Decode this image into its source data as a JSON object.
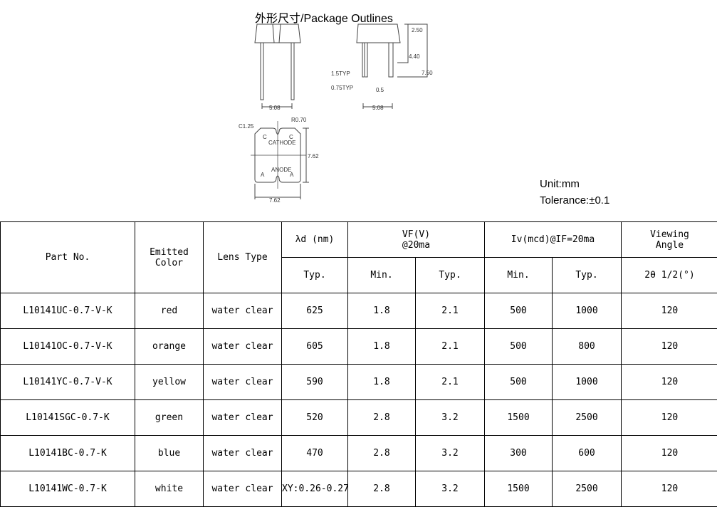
{
  "title": "外形尺寸/Package Outlines",
  "unit": "Unit:mm",
  "tolerance": "Tolerance:±0.1",
  "drawing": {
    "d250": "2.50",
    "d440": "4.40",
    "d750": "7.50",
    "d15": "1.5TYP",
    "d075": "0.75TYP",
    "d05": "0.5",
    "d508a": "5.08",
    "d508b": "5.08",
    "r070": "R0.70",
    "c125": "C1.25",
    "d762a": "7.62",
    "d762b": "7.62",
    "cathode": "CATHODE",
    "anode": "ANODE",
    "c": "C",
    "a": "A"
  },
  "table": {
    "headers": {
      "part": "Part No.",
      "color": "Emitted Color",
      "lens": "Lens Type",
      "lambda": "λd (nm)",
      "vf": "VF(V) @20ma",
      "iv": "Iv(mcd)@IF=20ma",
      "angle": "Viewing Angle",
      "typ1": "Typ.",
      "min1": "Min.",
      "typ2": "Typ.",
      "min2": "Min.",
      "typ3": "Typ.",
      "angle_sub": "2θ 1/2(°)"
    },
    "rows": [
      [
        "L10141UC-0.7-V-K",
        "red",
        "water clear",
        "625",
        "1.8",
        "2.1",
        "500",
        "1000",
        "120"
      ],
      [
        "L10141OC-0.7-V-K",
        "orange",
        "water clear",
        "605",
        "1.8",
        "2.1",
        "500",
        "800",
        "120"
      ],
      [
        "L10141YC-0.7-V-K",
        "yellow",
        "water clear",
        "590",
        "1.8",
        "2.1",
        "500",
        "1000",
        "120"
      ],
      [
        "L10141SGC-0.7-K",
        "green",
        "water clear",
        "520",
        "2.8",
        "3.2",
        "1500",
        "2500",
        "120"
      ],
      [
        "L10141BC-0.7-K",
        "blue",
        "water clear",
        "470",
        "2.8",
        "3.2",
        "300",
        "600",
        "120"
      ],
      [
        "L10141WC-0.7-K",
        "white",
        "water clear",
        "XY:0.26-0.27",
        "2.8",
        "3.2",
        "1500",
        "2500",
        "120"
      ]
    ]
  }
}
